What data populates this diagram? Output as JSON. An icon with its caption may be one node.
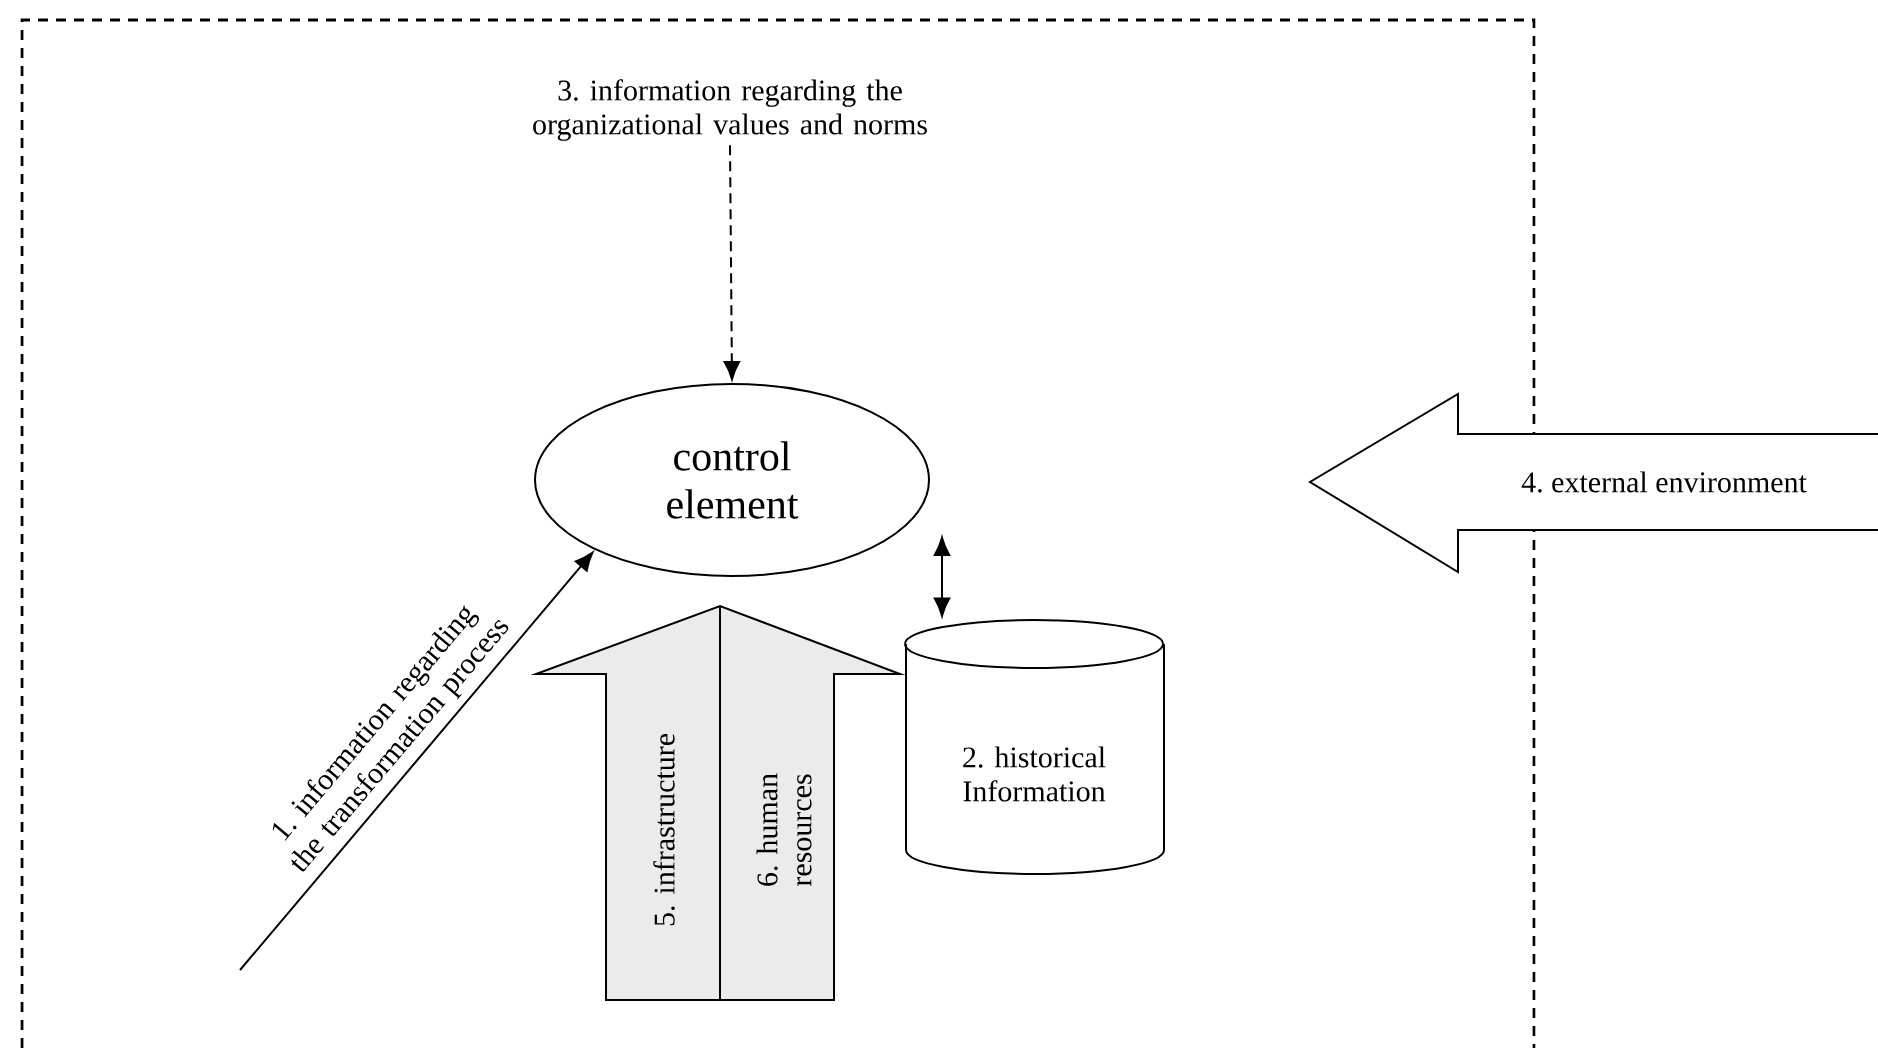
{
  "diagram": {
    "nodes": [
      {
        "text": [
          "3. information regarding the organizational values and norms"
        ]
      },
      {
        "text": [
          "control element"
        ]
      },
      {
        "text": [
          "4. external environment"
        ]
      },
      {
        "text": [
          "5. infrastructure",
          "6. human resources"
        ]
      },
      {
        "text": [
          "2. historical Information"
        ]
      }
    ],
    "edges": [
      {
        "from": 0,
        "to": 1,
        "arrow": "to",
        "style": "dashed"
      },
      {
        "from": null,
        "to": 1,
        "arrow": "to",
        "label": "1. information regarding the transformation process"
      },
      {
        "from": 1,
        "to": 4,
        "arrow": "both"
      }
    ]
  }
}
